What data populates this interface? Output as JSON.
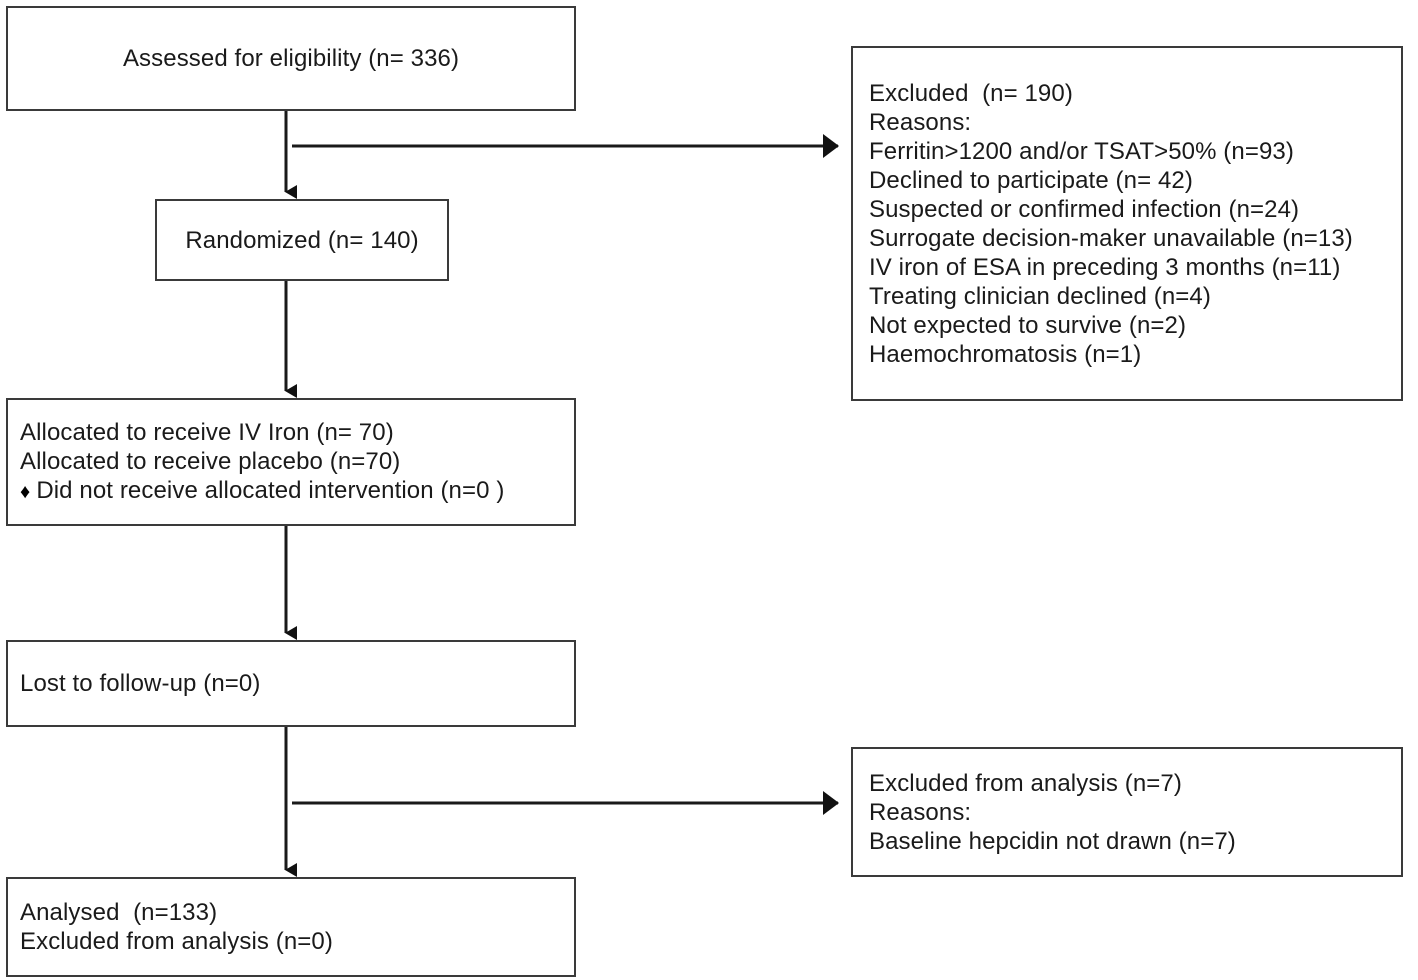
{
  "diagram": {
    "type": "consort-flow-diagram",
    "title": "CONSORT participant flow diagram",
    "colors": {
      "box_border": "#3a3a3a",
      "connector": "#1a1a1a",
      "text": "#1a1a1a",
      "background": "#ffffff"
    }
  },
  "nodes": {
    "assessed": {
      "name": "assessed-for-eligibility",
      "lines": [
        "Assessed for eligibility (n= 336)"
      ]
    },
    "randomized": {
      "name": "randomized",
      "lines": [
        "Randomized (n= 140)"
      ]
    },
    "allocated": {
      "name": "allocation",
      "lines": [
        "Allocated to receive IV Iron (n= 70)",
        "Allocated to receive placebo (n=70)"
      ],
      "bullet_glyph": "♦",
      "bullet_lines": [
        "Did not receive allocated intervention (n=0 )"
      ]
    },
    "lost": {
      "name": "lost-to-follow-up",
      "lines": [
        "Lost to follow-up (n=0)"
      ]
    },
    "analysed": {
      "name": "analysed",
      "lines": [
        "Analysed  (n=133)",
        "Excluded from analysis (n=0)"
      ]
    },
    "excluded": {
      "name": "excluded-enrollment",
      "lines": [
        "Excluded  (n= 190)",
        "Reasons:",
        "Ferritin>1200 and/or TSAT>50% (n=93)",
        "Declined to participate (n= 42)",
        "Suspected or confirmed infection (n=24)",
        "Surrogate decision-maker unavailable (n=13)",
        "IV iron of ESA in preceding 3 months (n=11)",
        "Treating clinician declined (n=4)",
        "Not expected to survive (n=2)",
        "Haemochromatosis (n=1)"
      ]
    },
    "excluded_analysis": {
      "name": "excluded-from-analysis",
      "lines": [
        "Excluded from analysis (n=7)",
        "Reasons:",
        "Baseline hepcidin not drawn (n=7)"
      ]
    }
  },
  "chart_data": {
    "type": "diagram",
    "title": "CONSORT participant flow diagram",
    "flow": [
      {
        "step": "Assessed for eligibility",
        "n": 336
      },
      {
        "step": "Excluded",
        "n": 190,
        "branch": true,
        "reasons": [
          {
            "reason": "Ferritin>1200 and/or TSAT>50%",
            "n": 93
          },
          {
            "reason": "Declined to participate",
            "n": 42
          },
          {
            "reason": "Suspected or confirmed infection",
            "n": 24
          },
          {
            "reason": "Surrogate decision-maker unavailable",
            "n": 13
          },
          {
            "reason": "IV iron of ESA in preceding 3 months",
            "n": 11
          },
          {
            "reason": "Treating clinician declined",
            "n": 4
          },
          {
            "reason": "Not expected to survive",
            "n": 2
          },
          {
            "reason": "Haemochromatosis",
            "n": 1
          }
        ]
      },
      {
        "step": "Randomized",
        "n": 140
      },
      {
        "step": "Allocated to receive IV Iron",
        "n": 70
      },
      {
        "step": "Allocated to receive placebo",
        "n": 70
      },
      {
        "step": "Did not receive allocated intervention",
        "n": 0
      },
      {
        "step": "Lost to follow-up",
        "n": 0
      },
      {
        "step": "Excluded from analysis",
        "n": 7,
        "branch": true,
        "reasons": [
          {
            "reason": "Baseline hepcidin not drawn",
            "n": 7
          }
        ]
      },
      {
        "step": "Analysed",
        "n": 133
      },
      {
        "step": "Excluded from analysis",
        "n": 0
      }
    ]
  }
}
